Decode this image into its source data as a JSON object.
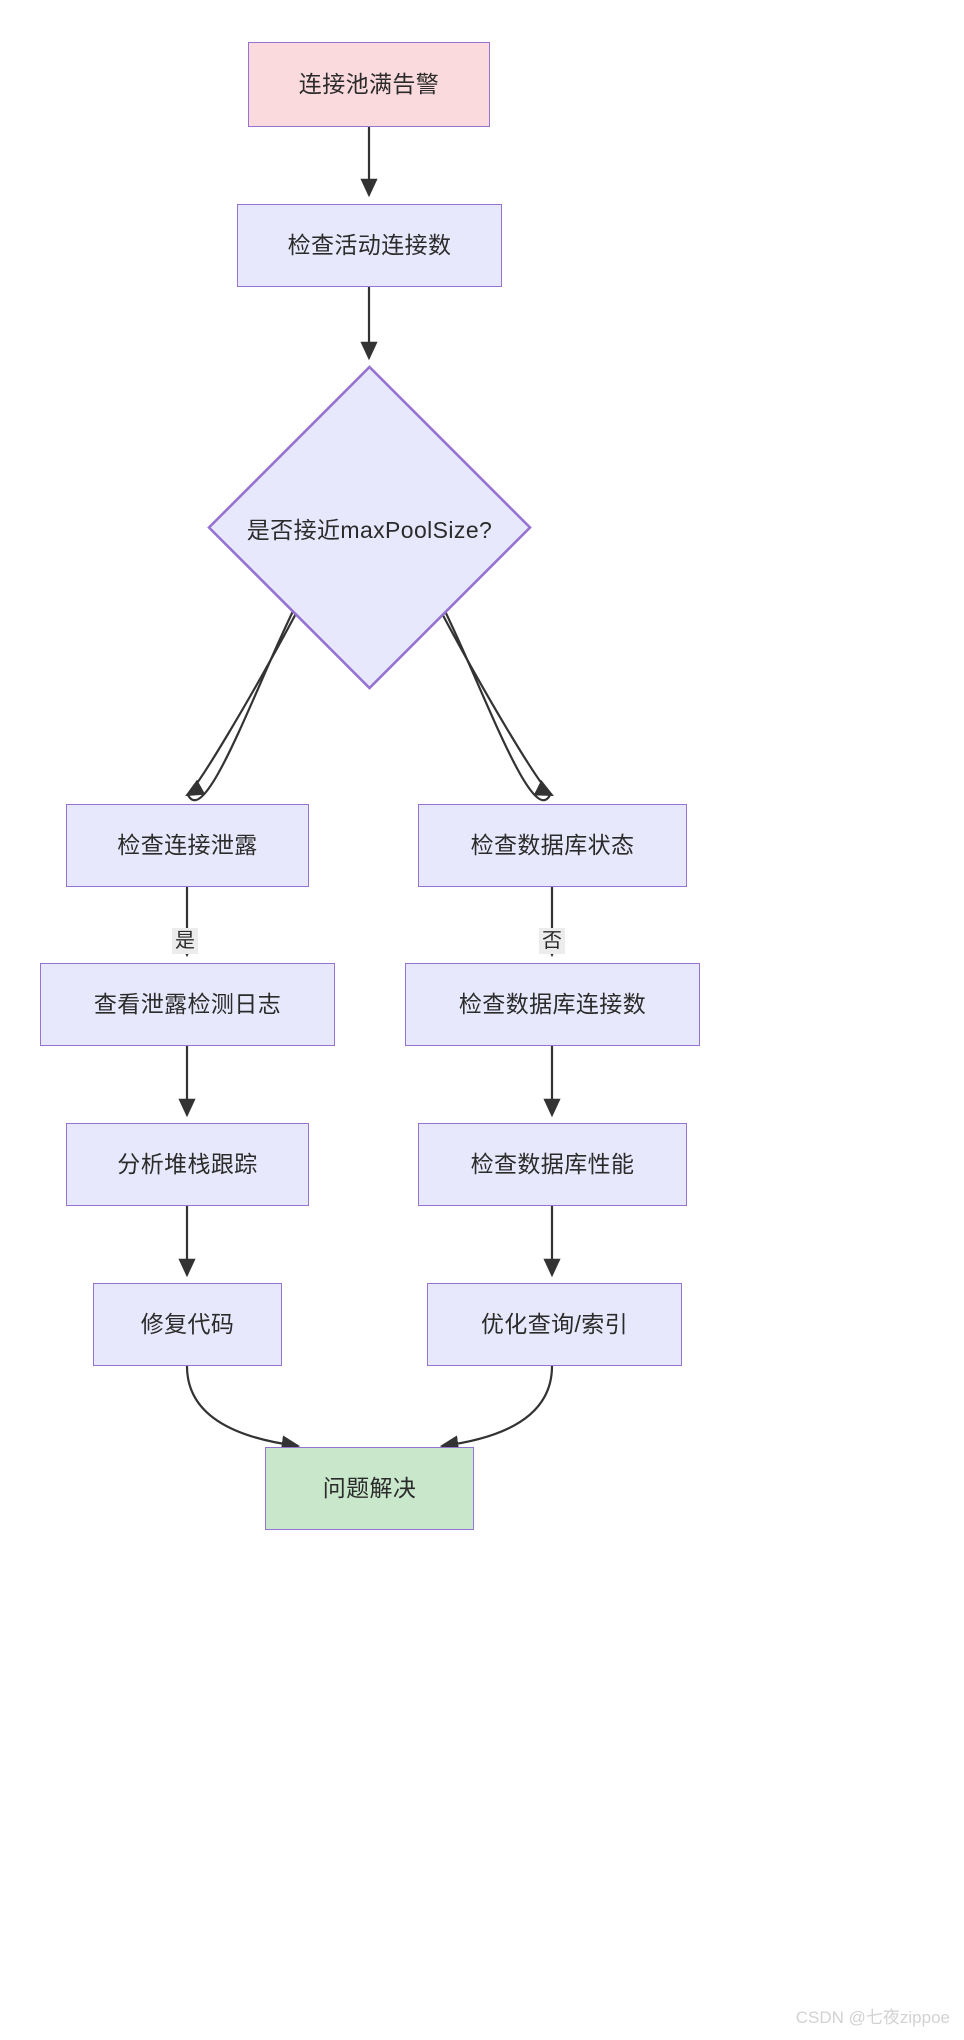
{
  "diagram": {
    "type": "flowchart",
    "direction": "top-down",
    "title_text": "",
    "colors": {
      "start_fill": "#fadadd",
      "process_fill": "#e8e8fc",
      "end_fill": "#c9e7cb",
      "node_border": "#9673d3",
      "edge_stroke": "#333333",
      "edge_label_bg": "#ececec",
      "text": "#2b2b2b",
      "watermark": "#d2d2d2",
      "background": "#ffffff"
    },
    "nodes": [
      {
        "id": "alert",
        "label": "连接池满告警",
        "shape": "rect",
        "role": "start"
      },
      {
        "id": "check_active",
        "label": "检查活动连接数",
        "shape": "rect",
        "role": "process"
      },
      {
        "id": "decision",
        "label": "是否接近maxPoolSize?",
        "shape": "diamond",
        "role": "decision"
      },
      {
        "id": "leak",
        "label": "检查连接泄露",
        "shape": "rect",
        "role": "process"
      },
      {
        "id": "leak_log",
        "label": "查看泄露检测日志",
        "shape": "rect",
        "role": "process"
      },
      {
        "id": "stack",
        "label": "分析堆栈跟踪",
        "shape": "rect",
        "role": "process"
      },
      {
        "id": "fix_code",
        "label": "修复代码",
        "shape": "rect",
        "role": "process"
      },
      {
        "id": "db_status",
        "label": "检查数据库状态",
        "shape": "rect",
        "role": "process"
      },
      {
        "id": "db_conn",
        "label": "检查数据库连接数",
        "shape": "rect",
        "role": "process"
      },
      {
        "id": "db_perf",
        "label": "检查数据库性能",
        "shape": "rect",
        "role": "process"
      },
      {
        "id": "optimize",
        "label": "优化查询/索引",
        "shape": "rect",
        "role": "process"
      },
      {
        "id": "resolved",
        "label": "问题解决",
        "shape": "rect",
        "role": "end"
      }
    ],
    "edges": [
      {
        "from": "alert",
        "to": "check_active",
        "label": ""
      },
      {
        "from": "check_active",
        "to": "decision",
        "label": ""
      },
      {
        "from": "decision",
        "to": "leak",
        "label": "是"
      },
      {
        "from": "decision",
        "to": "db_status",
        "label": "否"
      },
      {
        "from": "leak",
        "to": "leak_log",
        "label": ""
      },
      {
        "from": "leak_log",
        "to": "stack",
        "label": ""
      },
      {
        "from": "stack",
        "to": "fix_code",
        "label": ""
      },
      {
        "from": "fix_code",
        "to": "resolved",
        "label": ""
      },
      {
        "from": "db_status",
        "to": "db_conn",
        "label": ""
      },
      {
        "from": "db_conn",
        "to": "db_perf",
        "label": ""
      },
      {
        "from": "db_perf",
        "to": "optimize",
        "label": ""
      },
      {
        "from": "optimize",
        "to": "resolved",
        "label": ""
      }
    ],
    "edge_labels": {
      "yes": "是",
      "no": "否"
    }
  },
  "watermark": {
    "text": "CSDN @七夜zippoe"
  }
}
